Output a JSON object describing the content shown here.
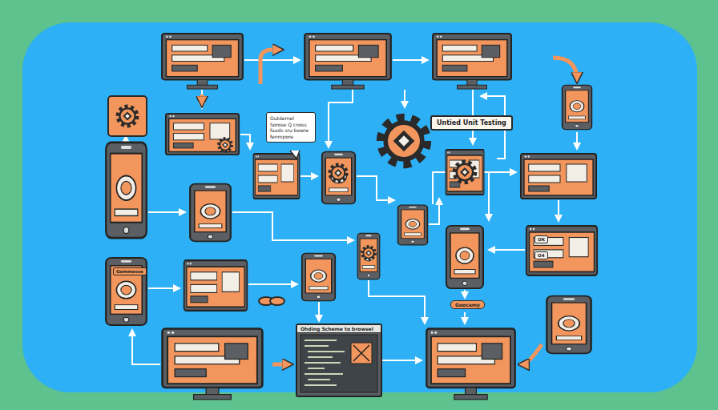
{
  "diagram": {
    "nodes": [
      {
        "text": [
          "Untied Unit Testing"
        ]
      },
      {
        "text": [
          "Outdernel Sorose Q cnoss fauds sru bowre fenmpore"
        ]
      },
      {
        "text": [
          "Goocamy"
        ]
      },
      {
        "text": [
          "Ohding Scheme to browsel"
        ]
      }
    ],
    "labels": [
      "Gemmesse",
      "OK",
      "O4"
    ]
  }
}
